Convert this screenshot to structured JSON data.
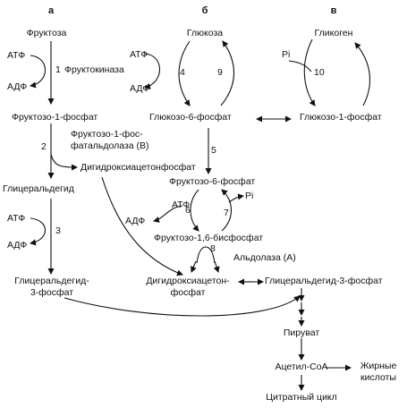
{
  "columns": {
    "a": "а",
    "b": "б",
    "v": "в"
  },
  "metabolites": {
    "fructose": "Фруктоза",
    "glucose": "Глюкоза",
    "glycogen": "Гликоген",
    "fructose_1_p": "Фруктозо-1-фосфат",
    "glucose_6_p": "Глюкозо-6-фосфат",
    "glucose_1_p": "Глюкозо-1-фосфат",
    "dhap_top": "Дигидроксиацетонфосфат",
    "glyceraldehyde": "Глицеральдегид",
    "fructose_6_p": "Фруктозо-6-фосфат",
    "fructose_1_6_bp": "Фруктозо-1,6-бисфосфат",
    "gap_left_line1": "Глицеральдегид-",
    "gap_left_line2": "3-фосфат",
    "dhap_bottom_line1": "Дигидроксиацетон-",
    "dhap_bottom_line2": "фосфат",
    "gap_right": "Глицеральдегид-3-фосфат",
    "pyruvate": "Пируват",
    "acetyl_coa": "Ацетил-CoA",
    "fatty_acids_line1": "Жирные",
    "fatty_acids_line2": "кислоты",
    "citrate_cycle": "Цитратный цикл"
  },
  "cofactors": {
    "atp": "АТФ",
    "adp": "АДФ",
    "pi": "Pi"
  },
  "enzymes": {
    "fructokinase": "Фруктокиназа",
    "aldolase_b_line1": "Фруктозо-1-фос-",
    "aldolase_b_line2": "фатальдолаза (В)",
    "aldolase_a": "Альдолаза (А)"
  },
  "steps": {
    "s1": "1",
    "s2": "2",
    "s3": "3",
    "s4": "4",
    "s5": "5",
    "s6": "6",
    "s7": "7",
    "s8": "8",
    "s9": "9",
    "s10": "10"
  }
}
